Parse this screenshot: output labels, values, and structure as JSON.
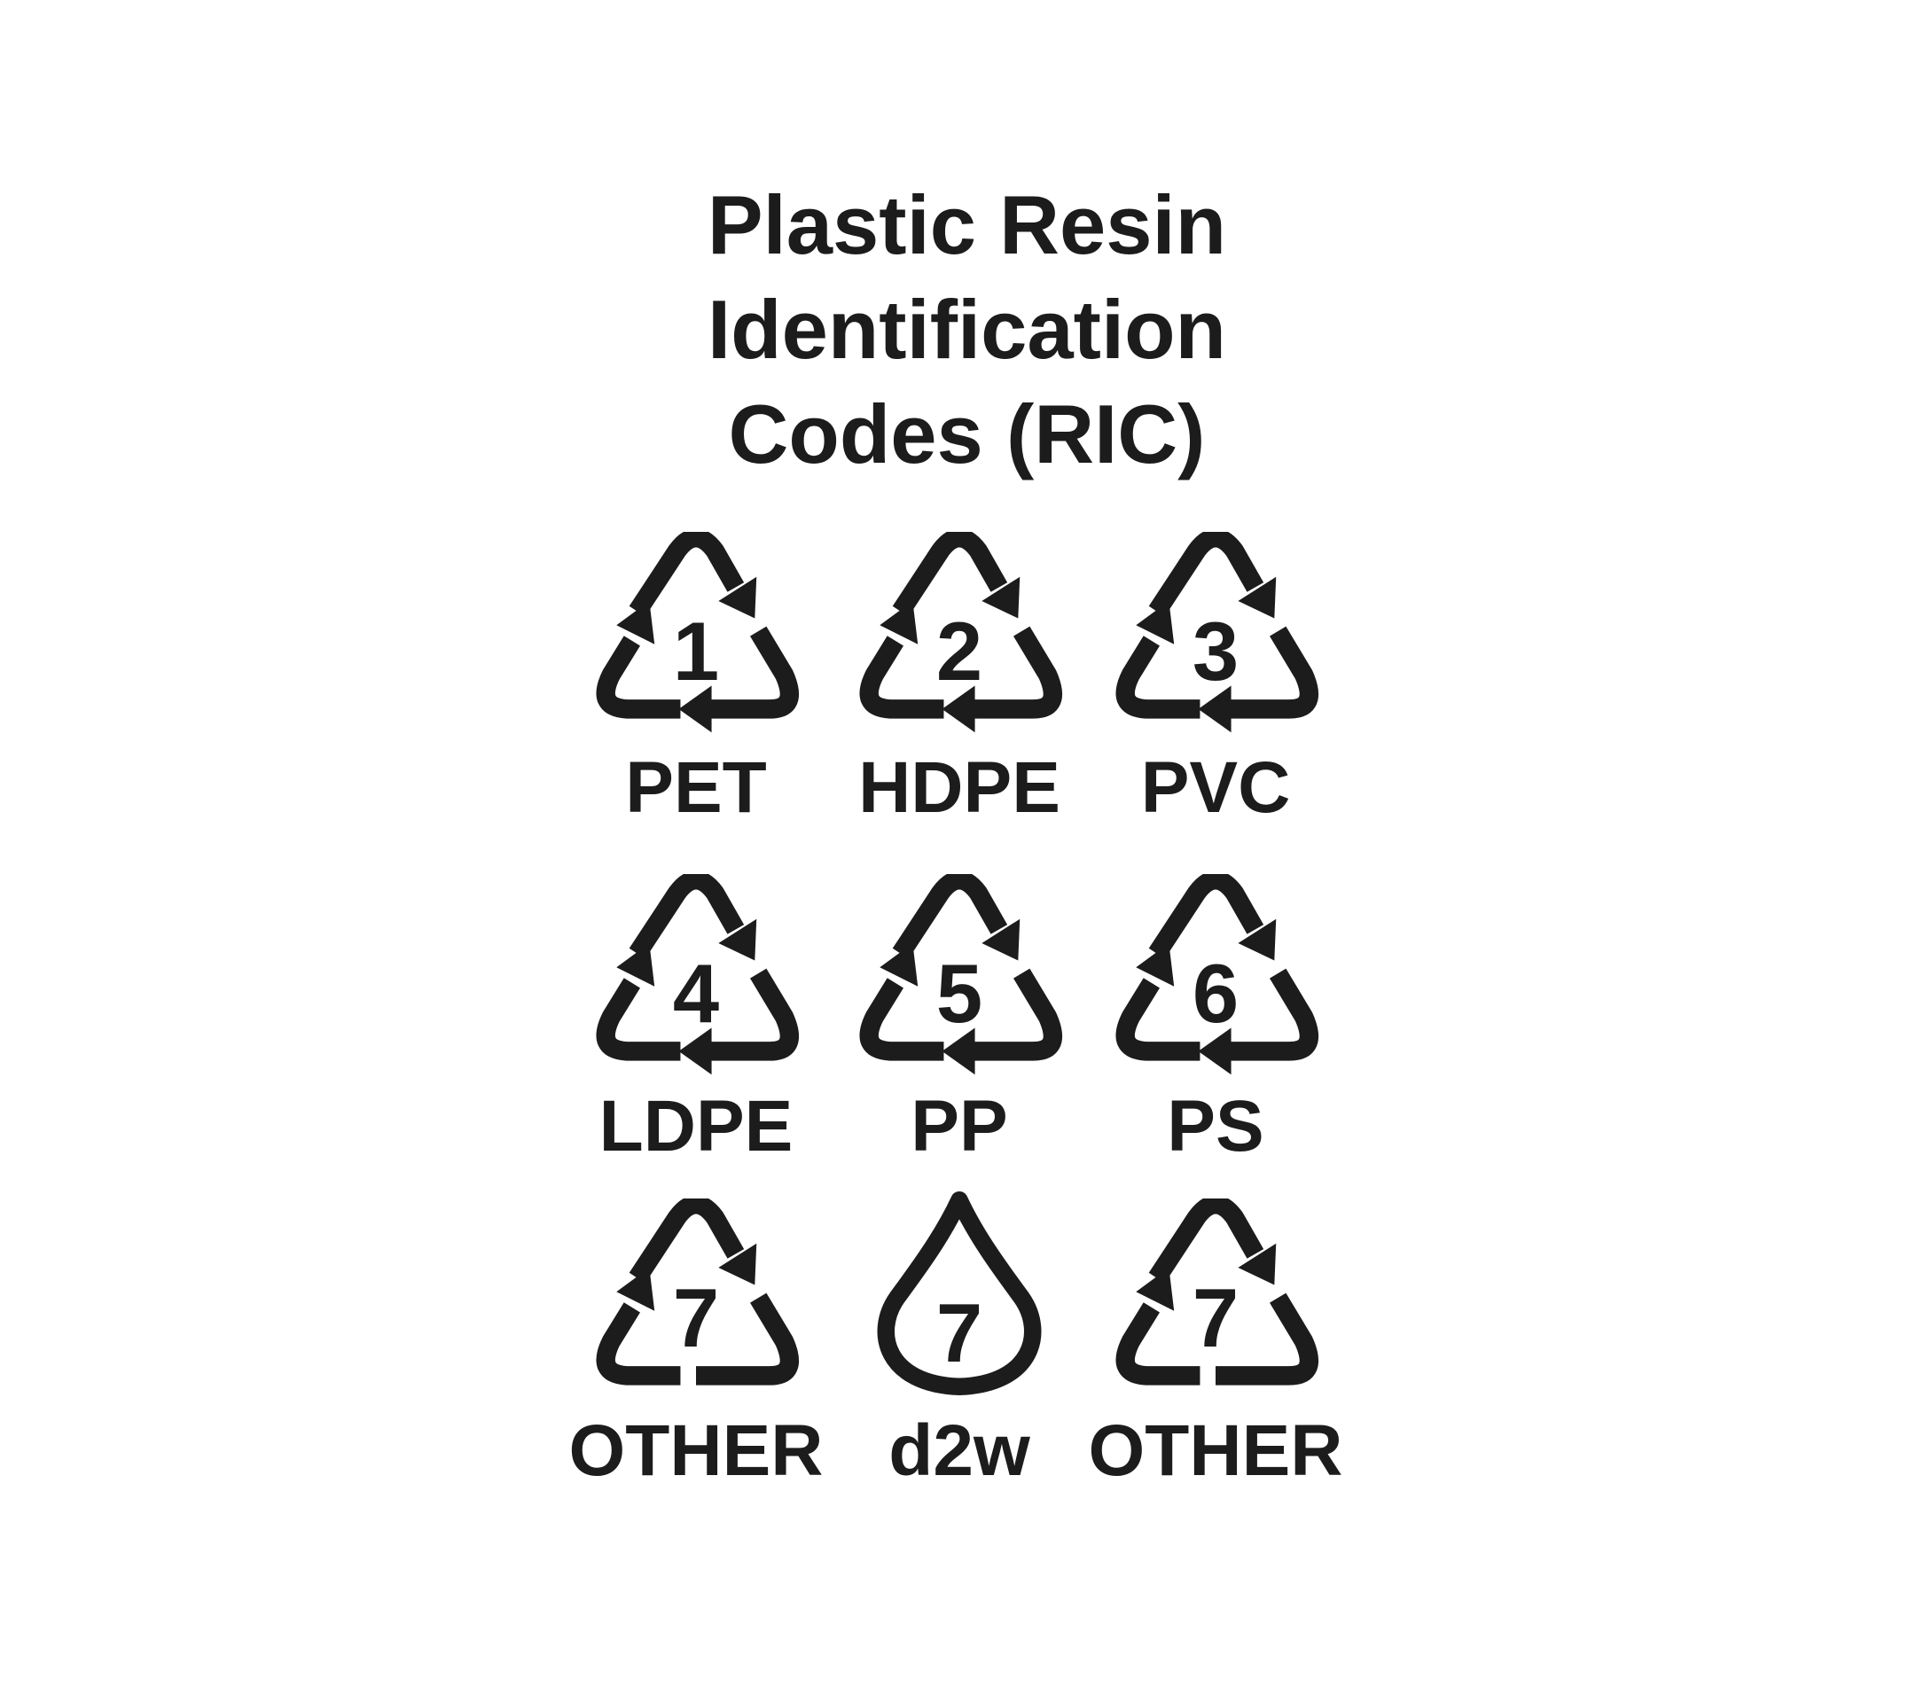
{
  "title": [
    "Plastic Resin",
    "Identification",
    "Codes (RIC)"
  ],
  "codes": [
    {
      "number": "1",
      "label": "PET",
      "icon": "recycle-triangle-icon"
    },
    {
      "number": "2",
      "label": "HDPE",
      "icon": "recycle-triangle-icon"
    },
    {
      "number": "3",
      "label": "PVC",
      "icon": "recycle-triangle-icon"
    },
    {
      "number": "4",
      "label": "LDPE",
      "icon": "recycle-triangle-icon"
    },
    {
      "number": "5",
      "label": "PP",
      "icon": "recycle-triangle-icon"
    },
    {
      "number": "6",
      "label": "PS",
      "icon": "recycle-triangle-icon"
    },
    {
      "number": "7",
      "label": "OTHER",
      "icon": "recycle-triangle-open-icon"
    },
    {
      "number": "7",
      "label": "d2w",
      "icon": "droplet-icon"
    },
    {
      "number": "7",
      "label": "OTHER",
      "icon": "recycle-triangle-open-icon"
    }
  ],
  "colors": {
    "ink": "#1c1c1c",
    "background": "#ffffff"
  }
}
